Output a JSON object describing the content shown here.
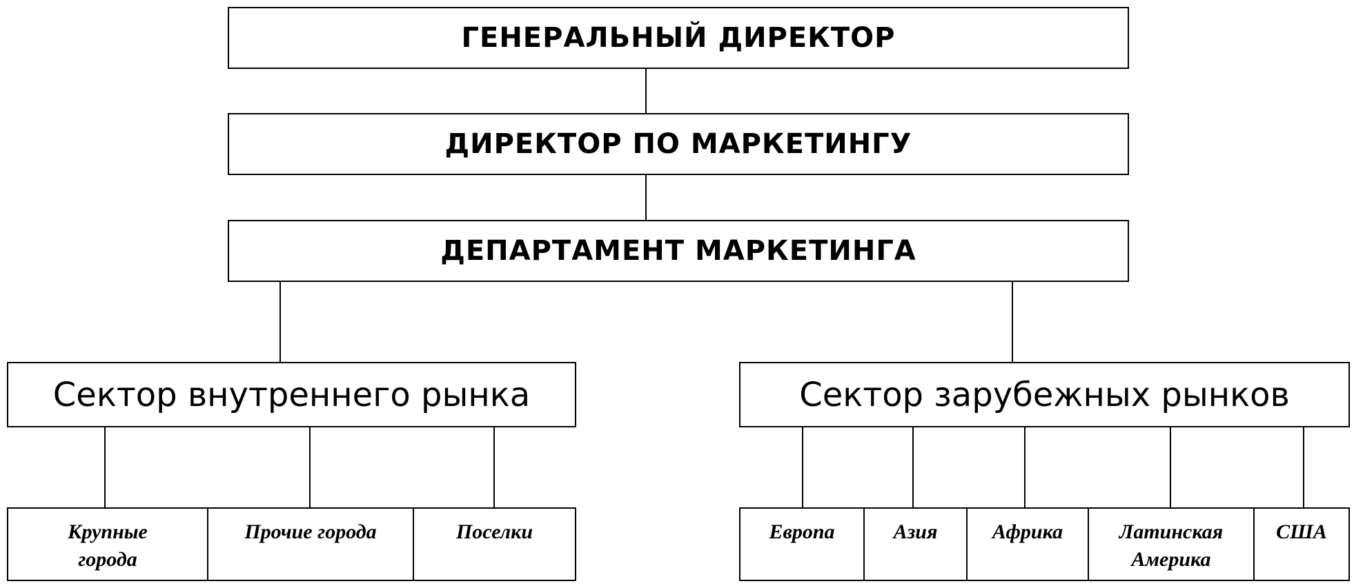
{
  "diagram": {
    "ceo": "ГЕНЕРАЛЬНЫЙ ДИРЕКТОР",
    "marketing_director": "ДИРЕКТОР ПО МАРКЕТИНГУ",
    "marketing_department": "ДЕПАРТАМЕНТ МАРКЕТИНГА",
    "domestic_sector": {
      "label": "Сектор внутреннего рынка",
      "segments": [
        "Крупные города",
        "Прочие города",
        "Поселки"
      ]
    },
    "foreign_sector": {
      "label": "Сектор зарубежных рынков",
      "segments": [
        "Европа",
        "Азия",
        "Африка",
        "Латинская Америка",
        "США"
      ]
    },
    "colors": {
      "line": "#000000",
      "background": "#ffffff"
    }
  }
}
